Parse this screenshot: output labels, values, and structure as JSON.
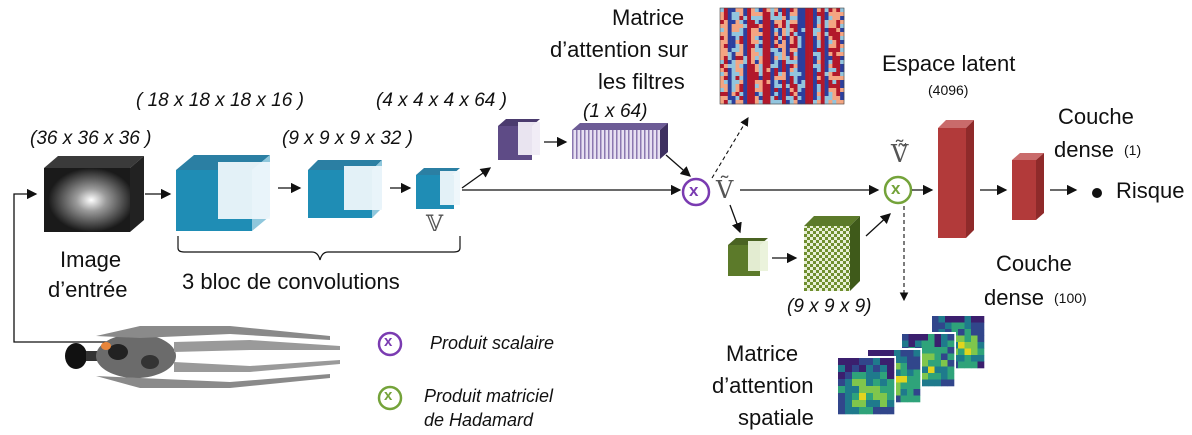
{
  "labels": {
    "input_dims": "(36 x 36 x 36 )",
    "conv1_dims": "( 18 x 18 x 18 x 16 )",
    "conv2_dims": "(9 x 9 x 9 x 32 )",
    "conv3_dims": "(4 x 4 x 4 x 64 )",
    "filter_vec_dims": "(1 x 64)",
    "spatial_dims": "(9 x 9 x 9)",
    "image_line1": "Image",
    "image_line2": "d’entrée",
    "conv_blocks": "3 bloc de convolutions",
    "attn_filters_line1": "Matrice",
    "attn_filters_line2": "d’attention sur",
    "attn_filters_line3": "les filtres",
    "latent_title": "Espace latent",
    "latent_size": "(4096)",
    "dense1_line1": "Couche",
    "dense1_line2": "dense",
    "dense1_size": "(1)",
    "dense100_line1": "Couche",
    "dense100_line2": "dense",
    "dense100_size": "(100)",
    "risk": "Risque",
    "spatial_line1": "Matrice",
    "spatial_line2": "d’attention",
    "spatial_line3": "spatiale",
    "legend_dot": "Produit scalaire",
    "legend_hadamard_line1": "Produit matriciel",
    "legend_hadamard_line2": "de Hadamard"
  },
  "symbols": {
    "v": "𝕍",
    "v_tilde": "Ṽ",
    "v_double_tilde": "Ṽ̃",
    "times": "x"
  },
  "colors": {
    "teal": "#1f8db5",
    "purple": "#5e4b86",
    "purple_op": "#7a3bb1",
    "green_block": "#5c7a2a",
    "green_op": "#74a33a",
    "dense_red": "#b23a3a"
  }
}
